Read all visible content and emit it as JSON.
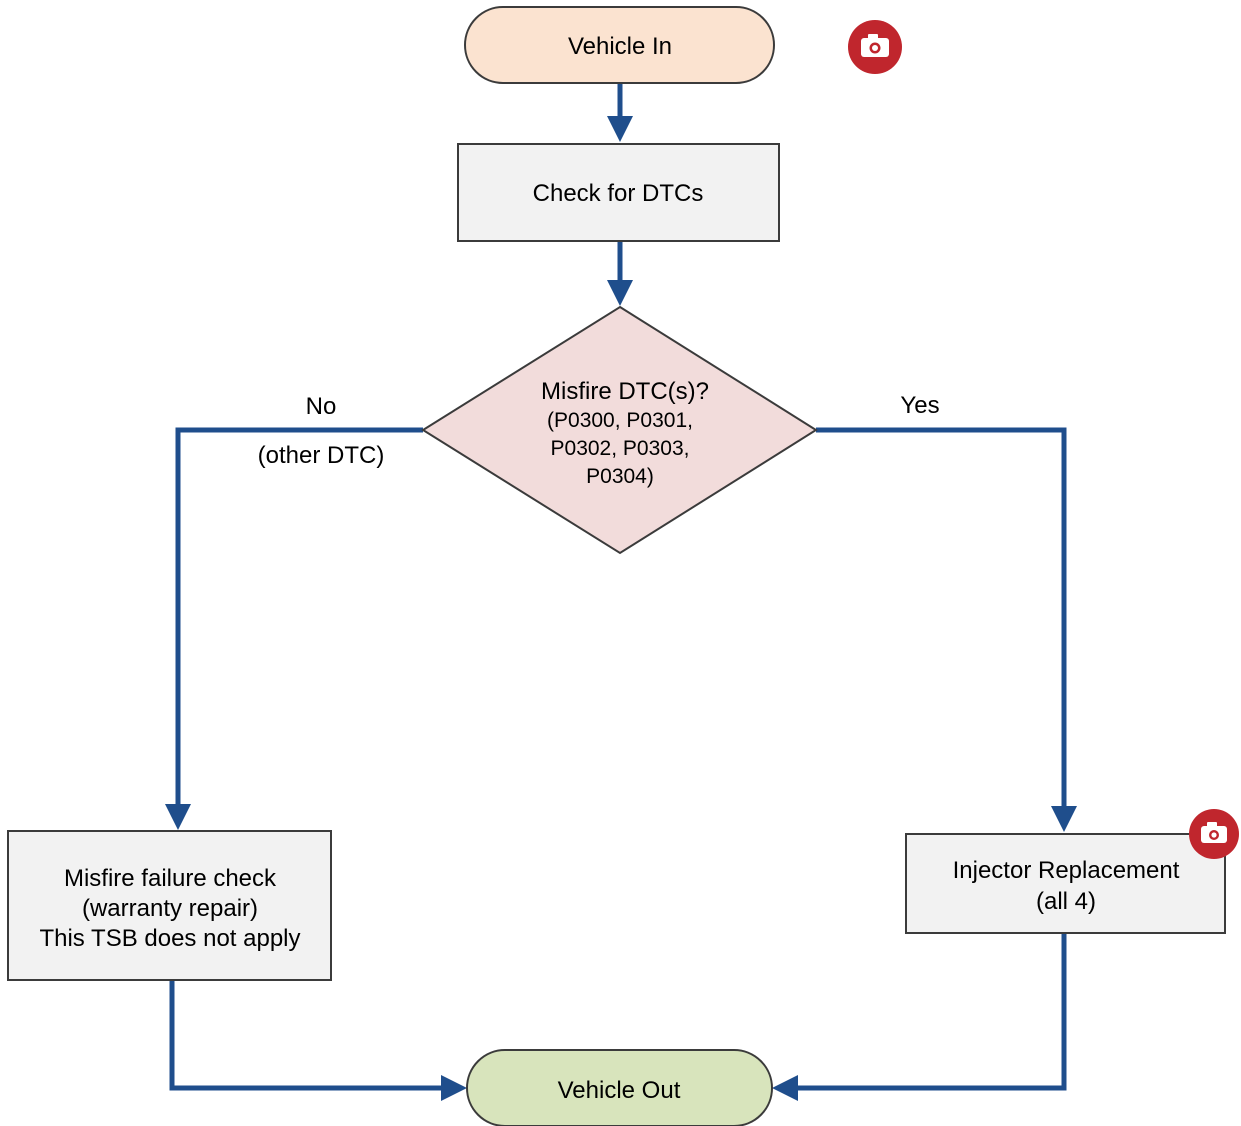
{
  "colors": {
    "line": "#1f4e8c",
    "border": "#3b3b3b",
    "start_fill": "#fbe3d0",
    "process_fill": "#f2f2f2",
    "decision_fill": "#f2dcdb",
    "end_fill": "#d8e4bc",
    "camera_fill": "#c0262d"
  },
  "nodes": {
    "start": {
      "label": "Vehicle In"
    },
    "check_dtc": {
      "label": "Check for DTCs"
    },
    "decision": {
      "title": "Misfire DTC(s)?",
      "codes_line1": "(P0300, P0301,",
      "codes_line2": "P0302, P0303,",
      "codes_line3": "P0304)"
    },
    "misfire_check": {
      "line1": "Misfire failure check",
      "line2": "(warranty repair)",
      "line3": "This TSB does not apply"
    },
    "injector": {
      "line1": "Injector Replacement",
      "line2": "(all 4)"
    },
    "end": {
      "label": "Vehicle Out"
    }
  },
  "branches": {
    "no_label": "No",
    "no_sublabel": "(other DTC)",
    "yes_label": "Yes"
  },
  "icons": {
    "start_photo": "camera-icon",
    "injector_photo": "camera-icon"
  }
}
